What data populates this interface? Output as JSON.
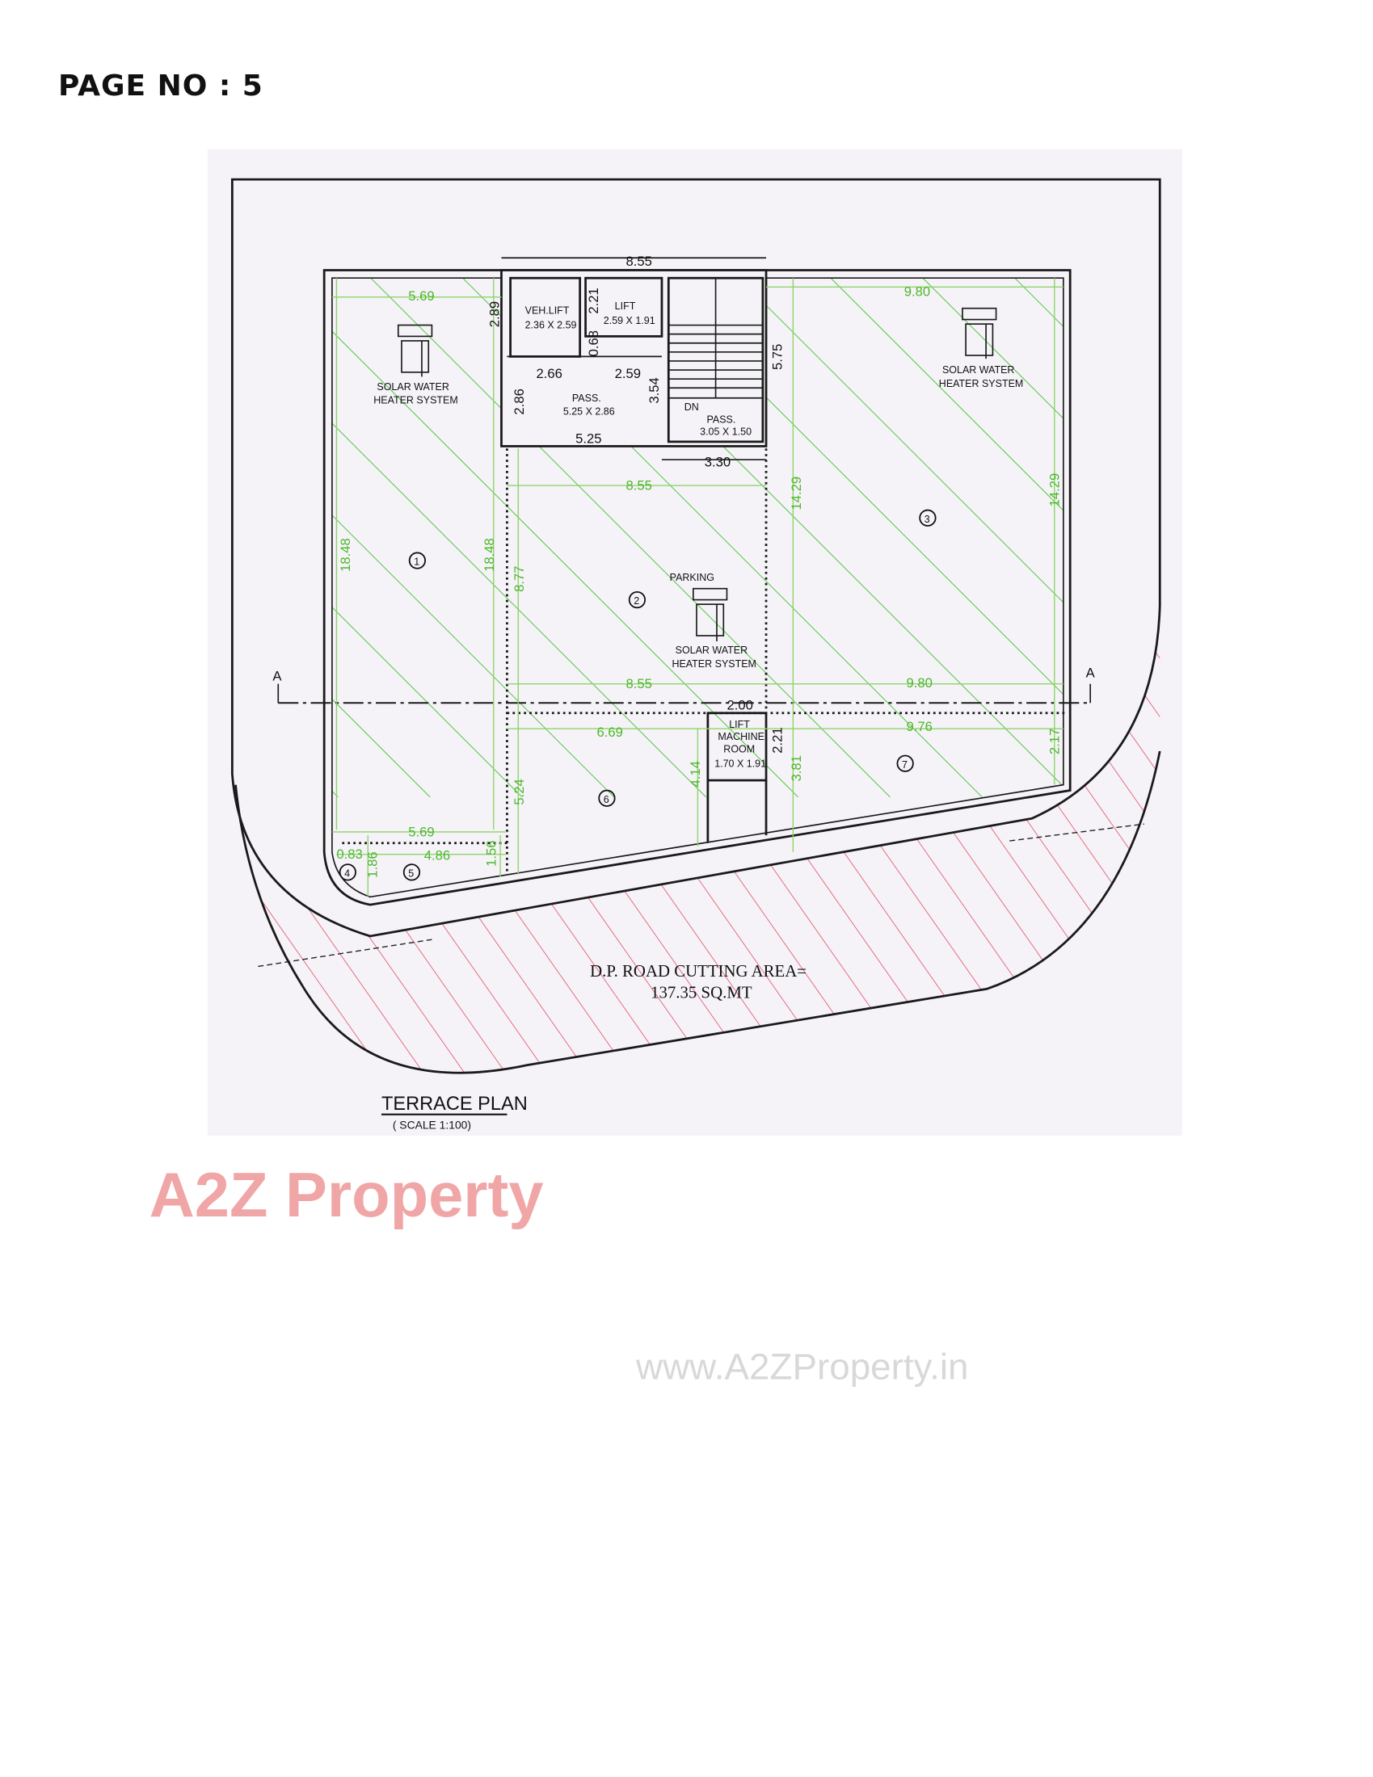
{
  "page": {
    "title": "PAGE NO : 5"
  },
  "plan": {
    "title": "TERRACE PLAN",
    "scale": "( SCALE  1:100)",
    "road_cutting_line1": "D.P. ROAD CUTTING AREA=",
    "road_cutting_line2": "137.35 SQ.MT",
    "section_marker": "A",
    "parking_label": "PARKING",
    "solar_line1": "SOLAR WATER",
    "solar_line2": "HEATER SYSTEM",
    "rooms": {
      "vehlift_name": "VEH.LIFT",
      "vehlift_size": "2.36 X 2.59",
      "lift_name": "LIFT",
      "lift_size": "2.59 X 1.91",
      "pass1_name": "PASS.",
      "pass1_size": "5.25 X 2.86",
      "pass2_name": "PASS.",
      "pass2_size": "3.05 X 1.50",
      "dn": "DN",
      "machine_line1": "LIFT",
      "machine_line2": "MACHINE",
      "machine_line3": "ROOM",
      "machine_size": "1.70 X 1.91"
    },
    "black_dims": {
      "top": "8.55",
      "d289": "2.89",
      "d221a": "2.21",
      "d068": "0.68",
      "d266": "2.66",
      "d259": "2.59",
      "d286": "2.86",
      "d354": "3.54",
      "d525": "5.25",
      "d575": "5.75",
      "d330": "3.30",
      "d200": "2.00",
      "d221b": "2.21"
    },
    "green_dims": {
      "top_left": "5.69",
      "top_right": "9.80",
      "mid_855a": "8.55",
      "left_1848a": "18.48",
      "left_1848b": "18.48",
      "d877": "8.77",
      "d1429a": "14.29",
      "d1429b": "14.29",
      "mid_855b": "8.55",
      "mid_980": "9.80",
      "d669": "6.69",
      "d976": "9.76",
      "d524": "5.24",
      "d414": "4.14",
      "d381": "3.81",
      "d217": "2.17",
      "bot_569": "5.69",
      "d083": "0.83",
      "d486": "4.86",
      "d186": "1.86",
      "d156": "1.56"
    },
    "zones": [
      "1",
      "2",
      "3",
      "4",
      "5",
      "6",
      "7"
    ],
    "colors": {
      "hatch_green": "#4cc53a",
      "hatch_red": "#e0334a",
      "paper": "#f5f3f8"
    }
  },
  "watermarks": {
    "logo": "A2Z Property",
    "url": "www.A2ZProperty.in"
  }
}
